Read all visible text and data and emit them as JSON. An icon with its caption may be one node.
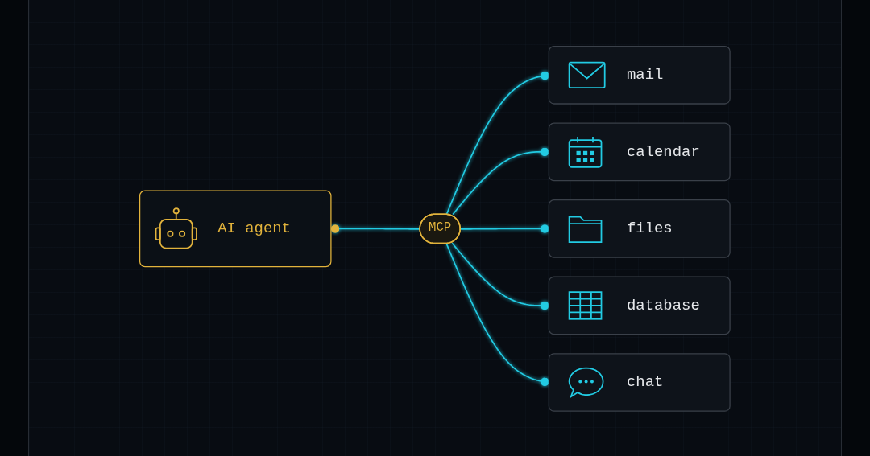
{
  "diagram": {
    "nodes": [
      {
        "text": [
          "AI agent"
        ]
      },
      {
        "text": [
          "MCP"
        ]
      },
      {
        "text": [
          "mail"
        ]
      },
      {
        "text": [
          "calendar"
        ]
      },
      {
        "text": [
          "files"
        ]
      },
      {
        "text": [
          "database"
        ]
      },
      {
        "text": [
          "chat"
        ]
      }
    ],
    "edges": [
      {
        "from": 0,
        "to": 1,
        "arrow": "other"
      },
      {
        "from": 1,
        "to": 2,
        "arrow": "other"
      },
      {
        "from": 1,
        "to": 3,
        "arrow": "other"
      },
      {
        "from": 1,
        "to": 4,
        "arrow": "other"
      },
      {
        "from": 1,
        "to": 5,
        "arrow": "other"
      },
      {
        "from": 1,
        "to": 6,
        "arrow": "other"
      }
    ]
  }
}
